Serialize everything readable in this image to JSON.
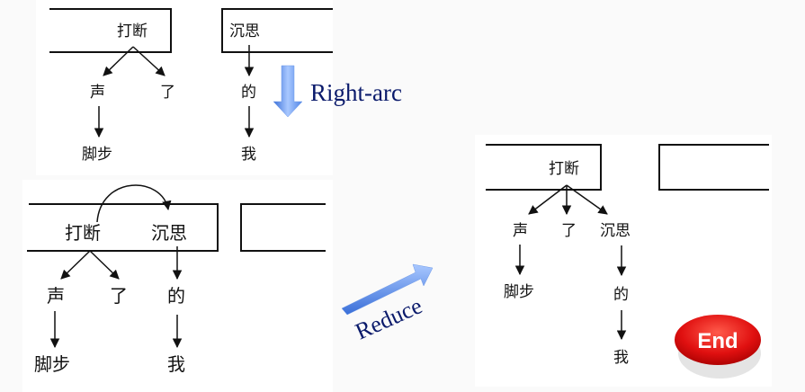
{
  "diagram": {
    "title": "Arc-eager dependency parsing transitions",
    "state1": {
      "stack_top": "打断",
      "buffer_top": "沉思",
      "stack_children": [
        "声",
        "了"
      ],
      "grandchildren": {
        "声": "脚步"
      },
      "buffer_children": [
        "的"
      ],
      "buffer_grandchildren": {
        "的": "我"
      }
    },
    "transition1": {
      "label": "Right-arc"
    },
    "state2": {
      "stack_words": [
        "打断",
        "沉思"
      ],
      "children": {
        "打断": [
          "声",
          "了"
        ],
        "沉思": [
          "的"
        ]
      },
      "grandchildren": {
        "声": "脚步",
        "的": "我"
      }
    },
    "transition2": {
      "label": "Reduce"
    },
    "state3": {
      "stack_top": "打断",
      "children": [
        "声",
        "了",
        "沉思"
      ],
      "grandchildren": {
        "声": "脚步",
        "沉思": "的"
      },
      "great_grandchildren": {
        "的": "我"
      }
    },
    "end_button": {
      "label": "End"
    }
  },
  "colors": {
    "arrow_blue": "#5b8fe8",
    "label_navy": "#0a1a6b",
    "end_red": "#e01010"
  }
}
